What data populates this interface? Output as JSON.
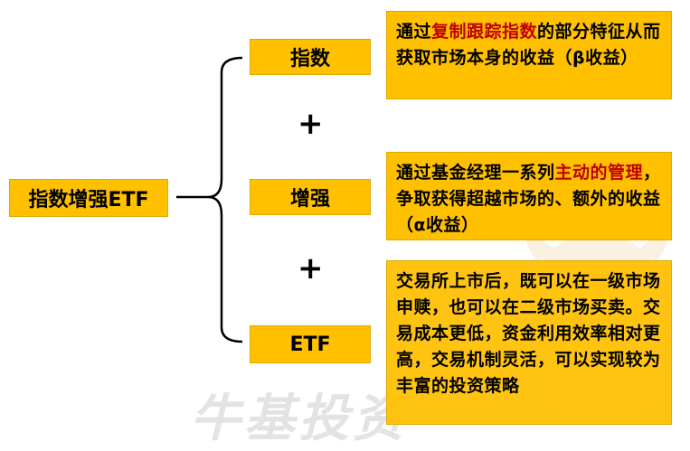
{
  "main": {
    "label": "指数增强ETF"
  },
  "components": [
    {
      "label": "指数",
      "desc_parts": [
        {
          "text": "通过",
          "highlight": false
        },
        {
          "text": "复制跟踪指数",
          "highlight": true
        },
        {
          "text": "的部分特征从而获取市场本身的收益（β收益）",
          "highlight": false
        }
      ]
    },
    {
      "label": "增强",
      "desc_parts": [
        {
          "text": "通过基金经理一系列",
          "highlight": false
        },
        {
          "text": "主动的管理",
          "highlight": true
        },
        {
          "text": "，争取获得超越市场的、额外的收益（α收益）",
          "highlight": false
        }
      ]
    },
    {
      "label": "ETF",
      "desc_parts": [
        {
          "text": "交易所上市后，既可以在一级市场申赎，也可以在二级市场买卖。交易成本更低，资金利用效率相对更高，交易机制灵活，可以实现较为丰富的投资策略",
          "highlight": false
        }
      ]
    }
  ],
  "operators": [
    "+",
    "+"
  ],
  "watermark": "牛基投资",
  "colors": {
    "box": "#FFC000",
    "highlight": "#C00000",
    "line": "#000000"
  },
  "icons": {
    "mascot": "bull-mascot-icon"
  }
}
